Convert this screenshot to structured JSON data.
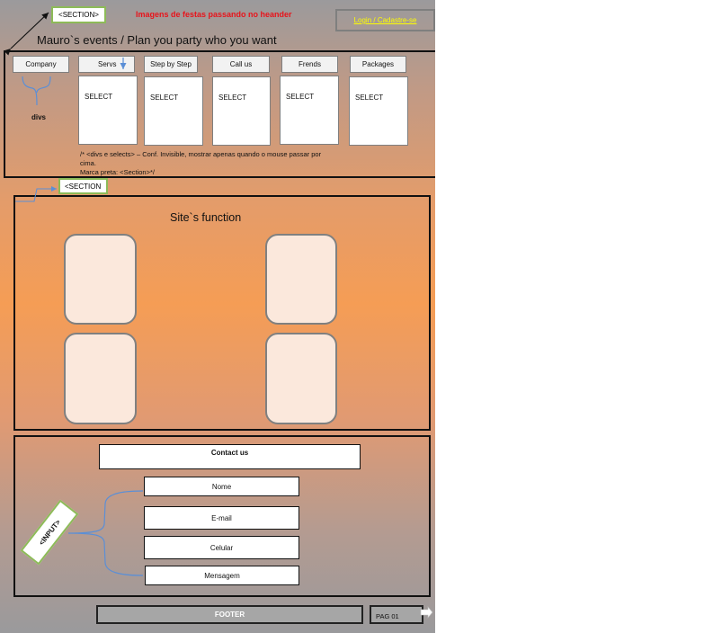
{
  "header": {
    "section_tag": "<SECTION>",
    "hero_note": "Imagens de festas passando no heander",
    "login_link": "Login / Cadastre-se",
    "title": "Mauro`s events / Plan you party who you want"
  },
  "menu": {
    "items": [
      {
        "label": "Company"
      },
      {
        "label": "Servs"
      },
      {
        "label": "Step by Step"
      },
      {
        "label": "Call us"
      },
      {
        "label": "Frends"
      },
      {
        "label": "Packages"
      }
    ],
    "select_label": "SELECT",
    "divs_label": "divs",
    "note_line1": "/* <divs e selects> – Conf. Invisible, mostrar apenas quando o mouse passar por",
    "note_line2": "cima.",
    "note_line3": "Marca preta: <Section>*/"
  },
  "functions": {
    "section_tag": "<SECTION",
    "title": "Site`s function"
  },
  "contact": {
    "title": "Contact us",
    "input_tag": "<INPUT>",
    "fields": [
      {
        "label": "Nome"
      },
      {
        "label": "E-mail"
      },
      {
        "label": "Celular"
      },
      {
        "label": "Mensagem"
      }
    ]
  },
  "footer": {
    "label": "FOOTER",
    "page": "PAG 01"
  },
  "colors": {
    "tag_border": "#8dbb58",
    "hero_note": "#e8141b",
    "login_link": "#ffff00",
    "arrow": "#5b8fd6",
    "card_fill": "#fbe8dc"
  }
}
